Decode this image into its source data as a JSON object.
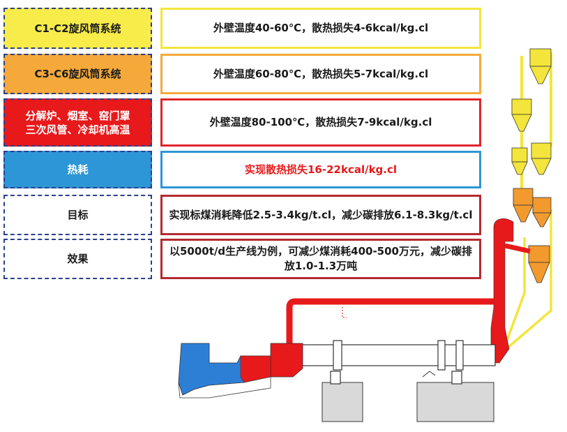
{
  "rows": [
    {
      "label": "C1-C2旋风筒系统",
      "desc": "外壁温度40-60℃，散热损失4-6kcal/kg.cl",
      "label_bg": "#f7ec4a",
      "border": "#f3e53b"
    },
    {
      "label": "C3-C6旋风筒系统",
      "desc": "外壁温度60-80℃，散热损失5-7kcal/kg.cl",
      "label_bg": "#f5a93a",
      "border": "#f5a93a"
    },
    {
      "label": "分解炉、烟室、窑门罩\n三次风管、冷却机高温",
      "desc": "外壁温度80-100℃，散热损失7-9kcal/kg.cl",
      "label_bg": "#e8191b",
      "border": "#e0252b"
    },
    {
      "label": "热耗",
      "desc": "实现散热损失16-22kcal/kg.cl",
      "label_bg": "#2d96d6",
      "border": "#2d96d6"
    },
    {
      "label": "目标",
      "desc": "实现标煤消耗降低2.5-3.4kg/t.cl，减少碳排放6.1-8.3kg/t.cl",
      "label_bg": "#ffffff",
      "border": "#b52a30"
    },
    {
      "label": "效果",
      "desc": "以5000t/d生产线为例，可减少煤消耗400-500万元，减少碳排放1.0-1.3万吨",
      "label_bg": "#ffffff",
      "border": "#b52a30"
    }
  ],
  "diagram": {
    "colors": {
      "yellow": "#f3e53b",
      "orange": "#f29a2e",
      "red": "#e8191b",
      "blue": "#2d7fd6",
      "grey": "#d9d9d9"
    }
  }
}
